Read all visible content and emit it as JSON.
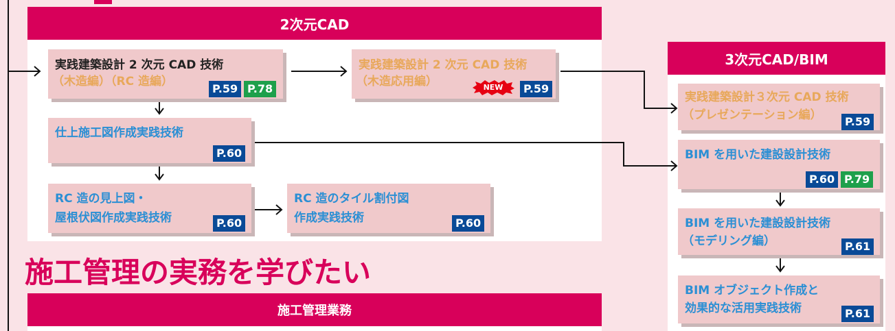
{
  "section_2d": {
    "title": "2次元CAD",
    "course_a": {
      "line1": "実践建築設計 2 次元 CAD 技術",
      "line2": "（木造編）（RC 造編）",
      "page1": "P.59",
      "page2": "P.78"
    },
    "course_b": {
      "line1": "実践建築設計 2 次元 CAD 技術",
      "line2": "（木造応用編）",
      "badge": "NEW",
      "page": "P.59"
    },
    "course_c": {
      "line1": "仕上施工図作成実践技術",
      "page": "P.60"
    },
    "course_d": {
      "line1": "RC 造の見上図・",
      "line2": "屋根伏図作成実践技術",
      "page": "P.60"
    },
    "course_e": {
      "line1": "RC 造のタイル割付図",
      "line2": "作成実践技術",
      "page": "P.60"
    }
  },
  "section_3d": {
    "title": "3次元CAD/BIM",
    "course_f": {
      "line1": "実践建築設計３次元 CAD 技術",
      "line2": "（プレゼンテーション編）",
      "page": "P.59"
    },
    "course_g": {
      "line1": "BIM を用いた建設設計技術",
      "page1": "P.60",
      "page2": "P.79"
    },
    "course_h": {
      "line1": "BIM を用いた建設設計技術",
      "line2": "（モデリング編）",
      "page": "P.61"
    },
    "course_i": {
      "line1": "BIM オブジェクト作成と",
      "line2": "効果的な活用実践技術",
      "page": "P.61"
    }
  },
  "section_construction": {
    "heading": "施工管理の実務を学びたい",
    "title": "施工管理業務"
  },
  "colors": {
    "accent": "#d8005a",
    "card": "#f0c9cb",
    "page_blue": "#0a4a97",
    "page_green": "#1ea04b"
  }
}
